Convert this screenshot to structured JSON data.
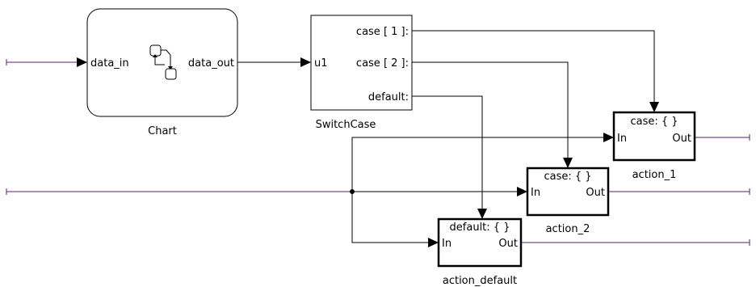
{
  "blocks": {
    "chart": {
      "name": "Chart",
      "input_port": "data_in",
      "output_port": "data_out"
    },
    "switchcase": {
      "name": "SwitchCase",
      "input_port": "u1",
      "cases": [
        "case [ 1 ]:",
        "case [ 2 ]:",
        "default:"
      ]
    },
    "action_1": {
      "name": "action_1",
      "header": "case: { }",
      "in_port": "In",
      "out_port": "Out"
    },
    "action_2": {
      "name": "action_2",
      "header": "case: { }",
      "in_port": "In",
      "out_port": "Out"
    },
    "action_default": {
      "name": "action_default",
      "header": "default: { }",
      "in_port": "In",
      "out_port": "Out"
    }
  },
  "icons": {
    "chart": "stateflow-chart-icon"
  },
  "colors": {
    "line": "#000000",
    "external_signal": "#5a1f6e",
    "background": "#ffffff"
  }
}
